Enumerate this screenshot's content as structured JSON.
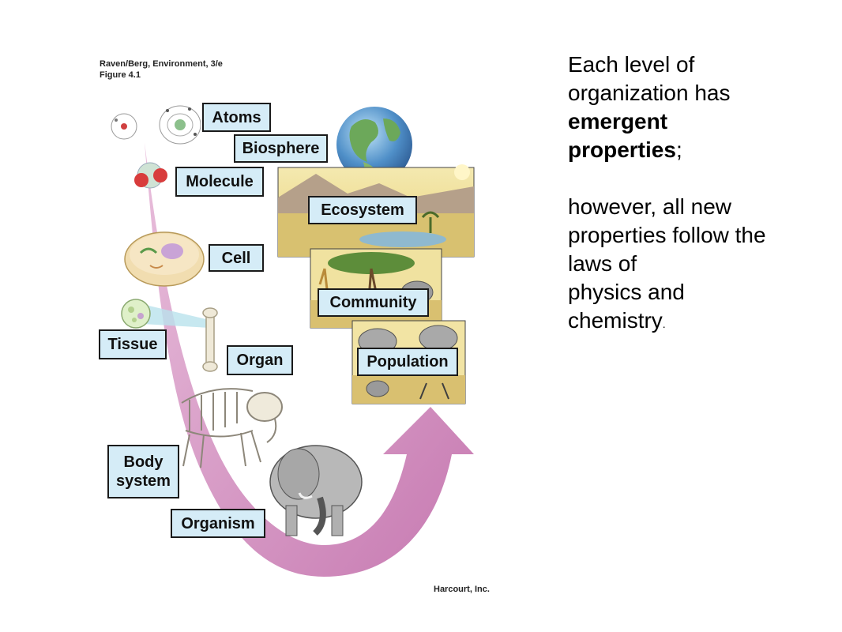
{
  "figure": {
    "caption_line1": "Raven/Berg, Environment, 3/e",
    "caption_line2": "Figure 4.1",
    "credit": "Harcourt, Inc."
  },
  "levels": {
    "atoms": "Atoms",
    "biosphere": "Biosphere",
    "molecule": "Molecule",
    "ecosystem": "Ecosystem",
    "cell": "Cell",
    "community": "Community",
    "tissue": "Tissue",
    "organ": "Organ",
    "population": "Population",
    "body_system_line1": "Body",
    "body_system_line2": "system",
    "organism": "Organism"
  },
  "text_panel": {
    "line1": "Each level of",
    "line2": "organization has",
    "emergent": "emergent",
    "properties": "properties",
    "semicolon": ";",
    "line5": "however, all new",
    "line6": "properties follow the",
    "line7": "laws of",
    "line8": "physics and",
    "line9": "chemistry",
    "trailing_dot": "."
  },
  "colors": {
    "label_fill": "#d5ecf7",
    "arrow": "#c77fb4",
    "text": "#000000"
  }
}
